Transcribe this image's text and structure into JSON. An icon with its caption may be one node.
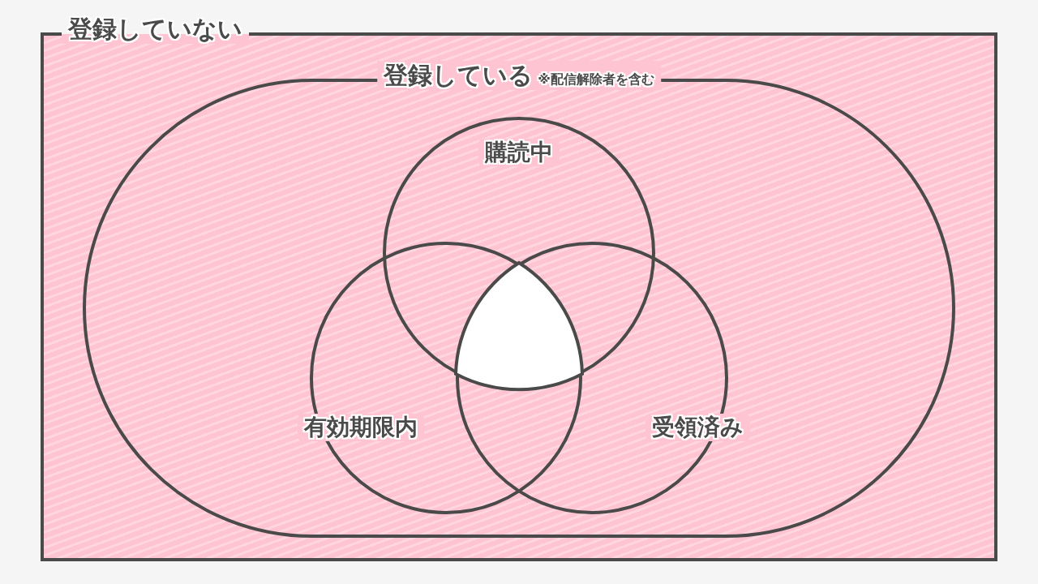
{
  "diagram": {
    "nodes": [
      {
        "text": [
          "登録していない"
        ]
      },
      {
        "text": [
          "登録している",
          "※配信解除者を含む"
        ],
        "in": 0
      },
      {
        "text": [
          "購読中"
        ],
        "in": 1
      },
      {
        "text": [
          "有効期限内"
        ],
        "in": 1
      },
      {
        "text": [
          "受領済み"
        ],
        "in": 1
      },
      {
        "text": [],
        "shape": "triangle"
      }
    ]
  }
}
